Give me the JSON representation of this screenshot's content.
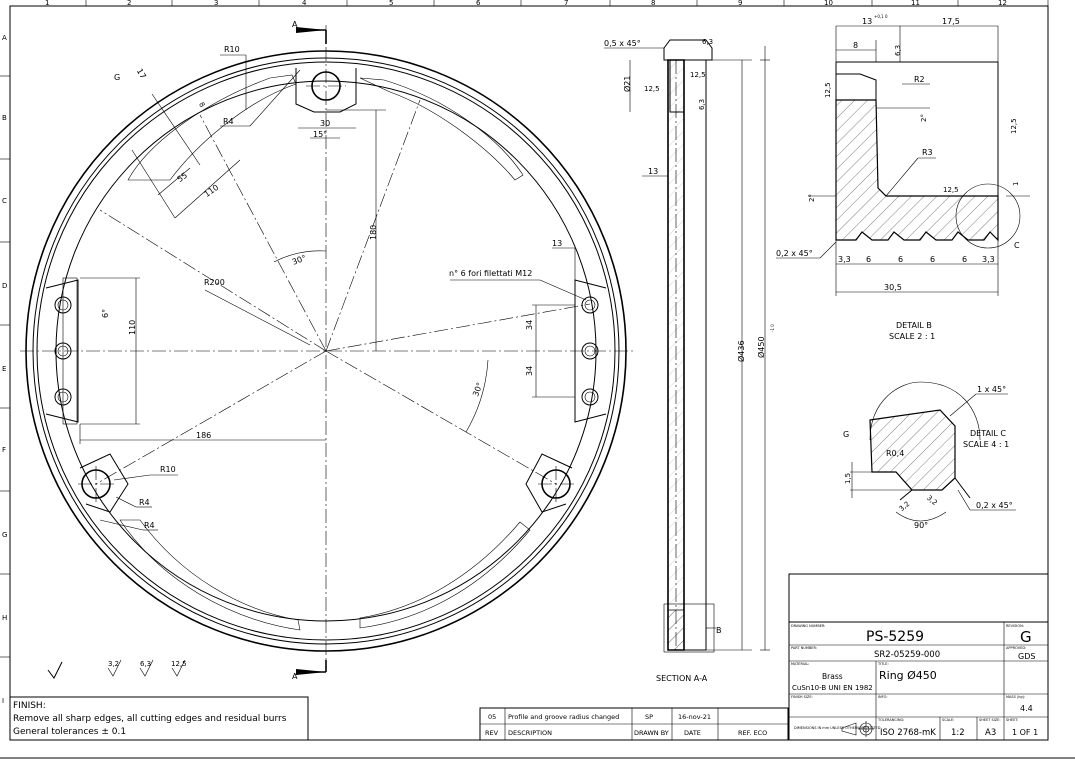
{
  "grid": {
    "columns": [
      "1",
      "2",
      "3",
      "4",
      "5",
      "6",
      "7",
      "8",
      "9",
      "10",
      "11",
      "12"
    ],
    "rows": [
      "A",
      "B",
      "C",
      "D",
      "E",
      "F",
      "G",
      "H",
      "I"
    ]
  },
  "front_view": {
    "section_marker": "A",
    "dims": {
      "r10_top": "R10",
      "r4_top": "R4",
      "g_label": "G",
      "d17": "17",
      "d8": "8",
      "d55": "55",
      "d110_slot": "110",
      "d30": "30",
      "a15": "15°",
      "d180": "180",
      "a30_top": "30°",
      "r200": "R200",
      "a6": "6°",
      "d110_left": "110",
      "d13": "13",
      "holes_note": "n° 6 fori filettati M12",
      "d34_a": "34",
      "d34_b": "34",
      "a30_right": "30°",
      "d186": "186",
      "r10_bottom": "R10",
      "r4_b1": "R4",
      "r4_b2": "R4"
    }
  },
  "section_view": {
    "title": "SECTION A-A",
    "chamfer": "0,5 x 45°",
    "rough_63": "6,3",
    "rough_125_a": "12,5",
    "rough_125_b": "12,5",
    "rough_63_b": "6,3",
    "d21": "Ø21",
    "d13": "13",
    "d436": "Ø436",
    "d450": "Ø450",
    "tol_450": "-1 0",
    "detail_b_marker": "B"
  },
  "detail_b": {
    "title": "DETAIL B",
    "scale": "SCALE 2 : 1",
    "d13": "13",
    "tol_13": "+0,1 0",
    "d175": "17,5",
    "d8": "8",
    "r2": "R2",
    "r3": "R3",
    "a2_a": "2°",
    "a2_b": "2°",
    "d1": "1",
    "rough_63": "6,3",
    "rough_125_l": "12,5",
    "rough_125_r": "12,5",
    "rough_125_m": "12,5",
    "chamfer": "0,2 x 45°",
    "d33_l": "3,3",
    "d6_1": "6",
    "d6_2": "6",
    "d6_3": "6",
    "d6_4": "6",
    "d33_r": "3,3",
    "d305": "30,5",
    "c_marker": "C"
  },
  "detail_c": {
    "title": "DETAIL C",
    "scale": "SCALE 4 : 1",
    "chamfer_top": "1 x 45°",
    "g_label": "G",
    "r04": "R0,4",
    "d15": "1,5",
    "rough_32_a": "3,2",
    "rough_32_b": "3,2",
    "chamfer_bottom": "0,2 x 45°",
    "a90": "90°"
  },
  "finish_symbols": [
    "3,2",
    "6,3",
    "12,5"
  ],
  "notes": {
    "line1": "FINISH:",
    "line2": "Remove all sharp edges, all cutting edges and residual burrs",
    "line3": "General tolerances ± 0.1"
  },
  "revisions": {
    "row": [
      "05",
      "Profile and groove radius changed",
      "SP",
      "16-nov-21",
      ""
    ],
    "headers": [
      "REV",
      "DESCRIPTION",
      "DRAWN BY",
      "DATE",
      "REF. ECO"
    ]
  },
  "title_block": {
    "drawing_number_label": "DRAWING NUMBER:",
    "drawing_number": "PS-5259",
    "revision_label": "REVISION:",
    "revision": "G",
    "part_number_label": "PART NUMBER:",
    "part_number": "SR2-05259-000",
    "approved_label": "APPROVED:",
    "approved": "GDS",
    "material_label": "MATERIAL:",
    "material_1": "Brass",
    "material_2": "CuSn10-B UNI EN 1982",
    "title_label": "TITLE:",
    "title": "Ring Ø450",
    "finish_label": "FINISH SIZE:",
    "info_label": "INFO:",
    "mass_label": "MASS (kg):",
    "mass": "4.4",
    "dims_note": "DIMENSIONS IN mm UNLESS OTHERWISE STATED",
    "tolerancing_label": "TOLERANCING:",
    "tolerancing": "ISO 2768-mK",
    "scale_label": "SCALE:",
    "scale": "1:2",
    "sheet_size_label": "SHEET SIZE:",
    "sheet_size": "A3",
    "sheet_label": "SHEET:",
    "sheet": "1 OF 1"
  }
}
